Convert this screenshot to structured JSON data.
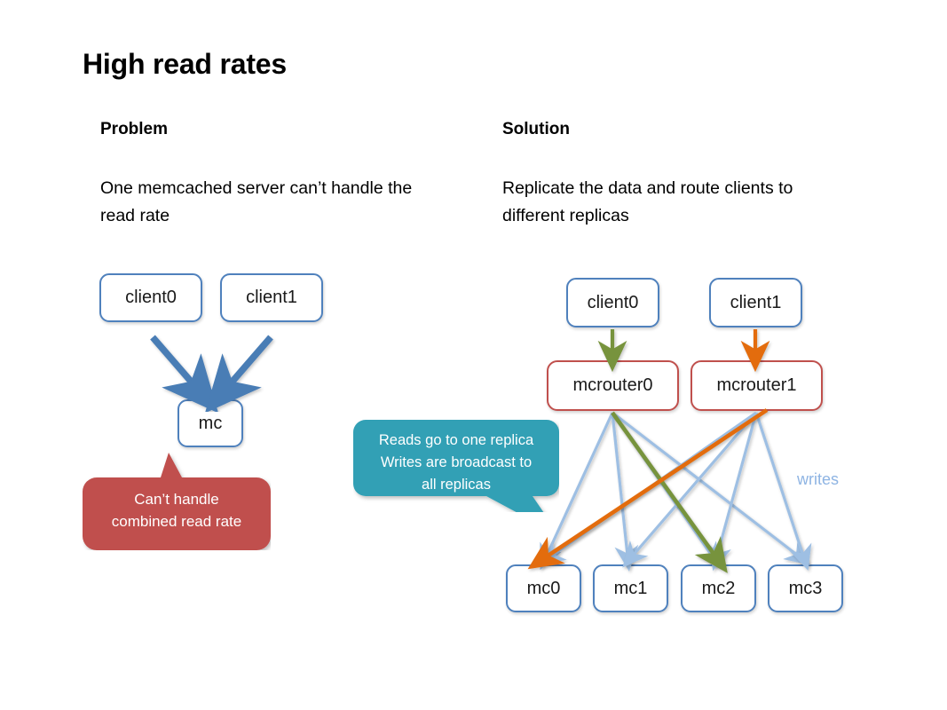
{
  "slide": {
    "title": "High read rates"
  },
  "problem": {
    "heading": "Problem",
    "body": "One memcached server can’t handle the read rate",
    "nodes": {
      "client0": "client0",
      "client1": "client1",
      "mc": "mc"
    },
    "callout": {
      "line1": "Can’t handle",
      "line2": "combined read rate",
      "color": "#c0504d"
    }
  },
  "solution": {
    "heading": "Solution",
    "body": "Replicate the data and route clients to different replicas",
    "nodes": {
      "client0": "client0",
      "client1": "client1",
      "mcrouter0": "mcrouter0",
      "mcrouter1": "mcrouter1",
      "mc0": "mc0",
      "mc1": "mc1",
      "mc2": "mc2",
      "mc3": "mc3"
    },
    "callout": {
      "line1": "Reads go to one replica",
      "line2": "Writes are broadcast to",
      "line3": "all replicas",
      "color": "#31a0b5"
    },
    "writes_label": "writes"
  },
  "colors": {
    "node_border_blue": "#4f81bd",
    "router_border_red": "#c0504d",
    "arrow_blue": "#4f81bd",
    "arrow_light_blue": "#9ebfe3",
    "arrow_green": "#77933c",
    "arrow_orange": "#e36c09",
    "callout_red": "#c0504d",
    "callout_teal": "#31a0b5",
    "writes_text": "#8eb4e3",
    "background": "#ffffff"
  }
}
